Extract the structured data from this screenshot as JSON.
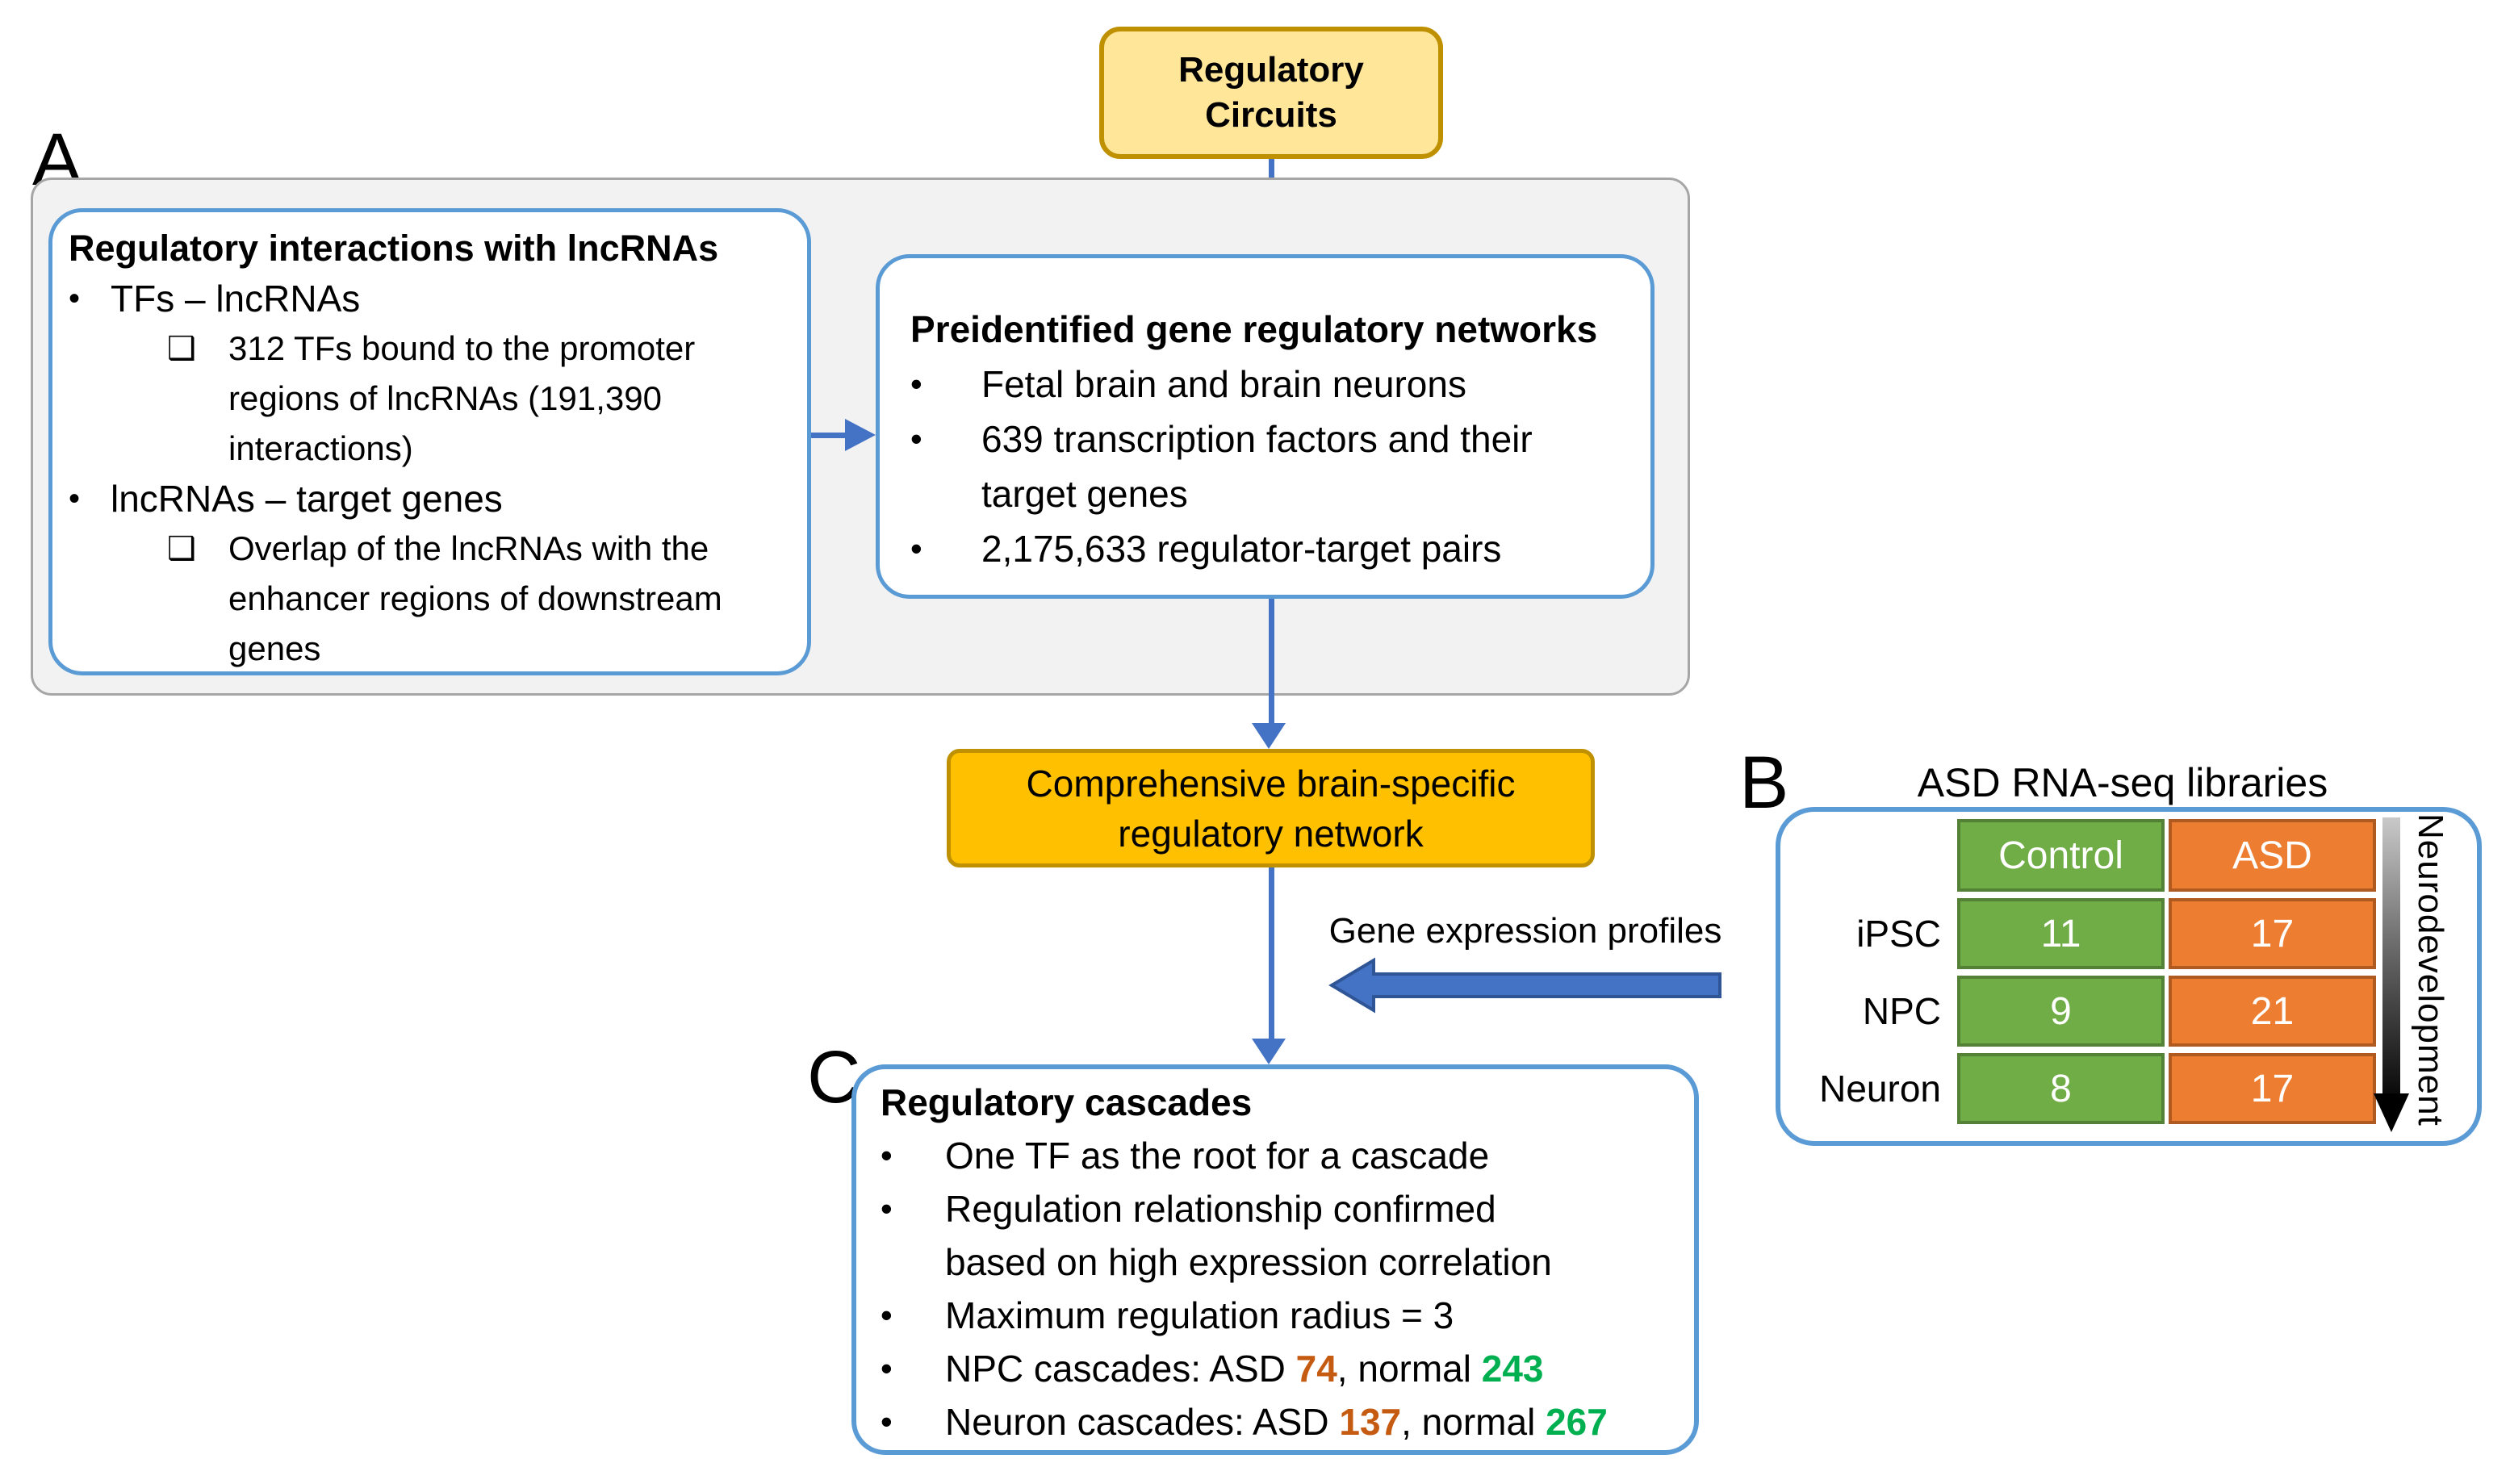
{
  "colors": {
    "accent_blue": "#4472C4",
    "box_border_blue": "#5B9BD5",
    "yellow_fill": "#FFE699",
    "amber_fill": "#FFC000",
    "gold_border": "#BF9000",
    "green_cell": "#70AD47",
    "orange_cell": "#ED7D31",
    "asd_number": "#C55A11",
    "normal_number": "#00B050"
  },
  "top_box": {
    "lines": [
      "Regulatory",
      "Circuits"
    ]
  },
  "panel_a": {
    "label": "A",
    "left_box": {
      "title": "Regulatory interactions with lncRNAs",
      "bullet_marker": "•",
      "sub_marker": "❑",
      "bullet1": "TFs – lncRNAs",
      "sub1": [
        "312 TFs bound to the promoter",
        "regions of lncRNAs (191,390",
        "interactions)"
      ],
      "bullet2": "lncRNAs – target genes",
      "sub2": [
        "Overlap of the lncRNAs with the",
        "enhancer regions of downstream",
        "genes"
      ]
    },
    "right_box": {
      "title": "Preidentified gene regulatory networks",
      "bullet_marker": "•",
      "bullets": [
        [
          "Fetal brain and brain neurons"
        ],
        [
          "639 transcription factors and their",
          "target genes"
        ],
        [
          "2,175,633 regulator-target pairs"
        ]
      ]
    }
  },
  "network_box": {
    "lines": [
      "Comprehensive brain-specific",
      "regulatory network"
    ]
  },
  "gene_expression_label": "Gene expression profiles",
  "panel_b": {
    "label": "B",
    "title": "ASD RNA-seq libraries",
    "columns": [
      "Control",
      "ASD"
    ],
    "rows": [
      {
        "name": "iPSC",
        "control": "11",
        "asd": "17"
      },
      {
        "name": "NPC",
        "control": "9",
        "asd": "21"
      },
      {
        "name": "Neuron",
        "control": "8",
        "asd": "17"
      }
    ],
    "axis_label": "Neurodevelopment"
  },
  "panel_c": {
    "label": "C",
    "title": "Regulatory cascades",
    "bullet_marker": "•",
    "bullets_plain": [
      [
        "One TF as the root for a cascade"
      ],
      [
        "Regulation relationship confirmed",
        "based on high expression correlation"
      ],
      [
        "Maximum regulation radius = 3"
      ]
    ],
    "cascade_lines": [
      {
        "prefix": "NPC cascades: ASD ",
        "asd": "74",
        "mid": ", normal ",
        "normal": "243"
      },
      {
        "prefix": "Neuron cascades: ASD ",
        "asd": "137",
        "mid": ", normal ",
        "normal": "267"
      }
    ]
  }
}
